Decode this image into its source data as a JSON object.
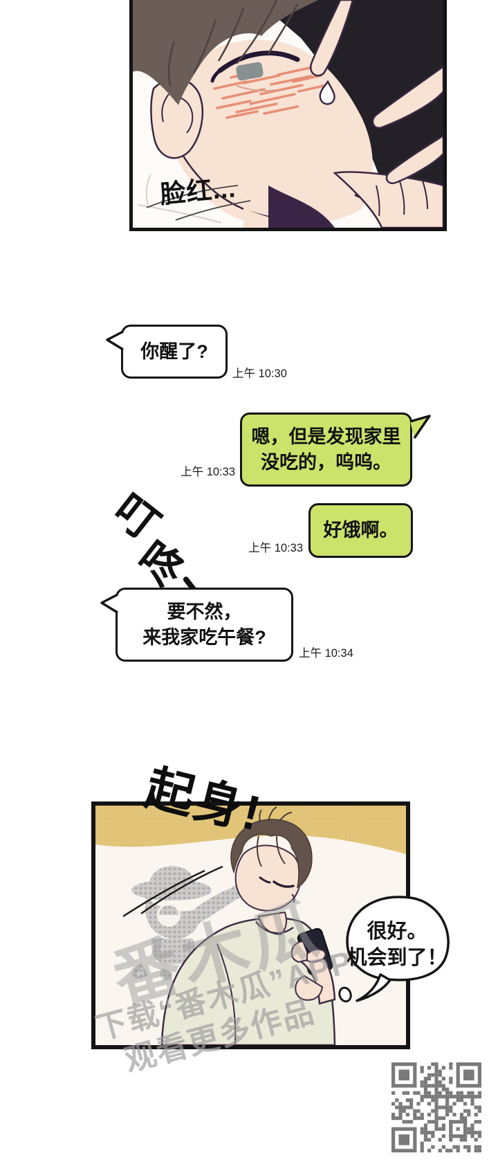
{
  "panel_top": {
    "caption": "脸红..."
  },
  "chat": {
    "messages": [
      {
        "side": "left",
        "style": "white",
        "lines": [
          "你醒了?"
        ],
        "time": "上午 10:30"
      },
      {
        "side": "right",
        "style": "green",
        "lines": [
          "嗯，但是发现家里",
          "没吃的，呜呜。"
        ],
        "time": "上午 10:33"
      },
      {
        "side": "right",
        "style": "green",
        "lines": [
          "好饿啊。"
        ],
        "time": "上午 10:33"
      },
      {
        "side": "left",
        "style": "white",
        "lines": [
          "要不然，",
          "来我家吃午餐?"
        ],
        "time": "上午 10:34"
      }
    ],
    "sfx_chars": [
      "叮",
      "咚"
    ]
  },
  "panel_bottom": {
    "sfx": "起身!",
    "balloon_lines": [
      "很好。",
      "机会到了！"
    ],
    "watermark": {
      "big": "番木瓜",
      "line1": "下载“番木瓜”APP",
      "line2": "观看更多作品"
    }
  },
  "colors": {
    "bubble_green": "#cde26b",
    "panel_border": "#141414",
    "band_tan": "#e1c478",
    "skin": "#f8e2d3",
    "hair_dark": "#6b5d58",
    "hair_brown": "#63534a",
    "collar_purple": "#3a2547",
    "watermark_gray": "#9a9a9a",
    "qr_gray": "#7a7a7a"
  }
}
